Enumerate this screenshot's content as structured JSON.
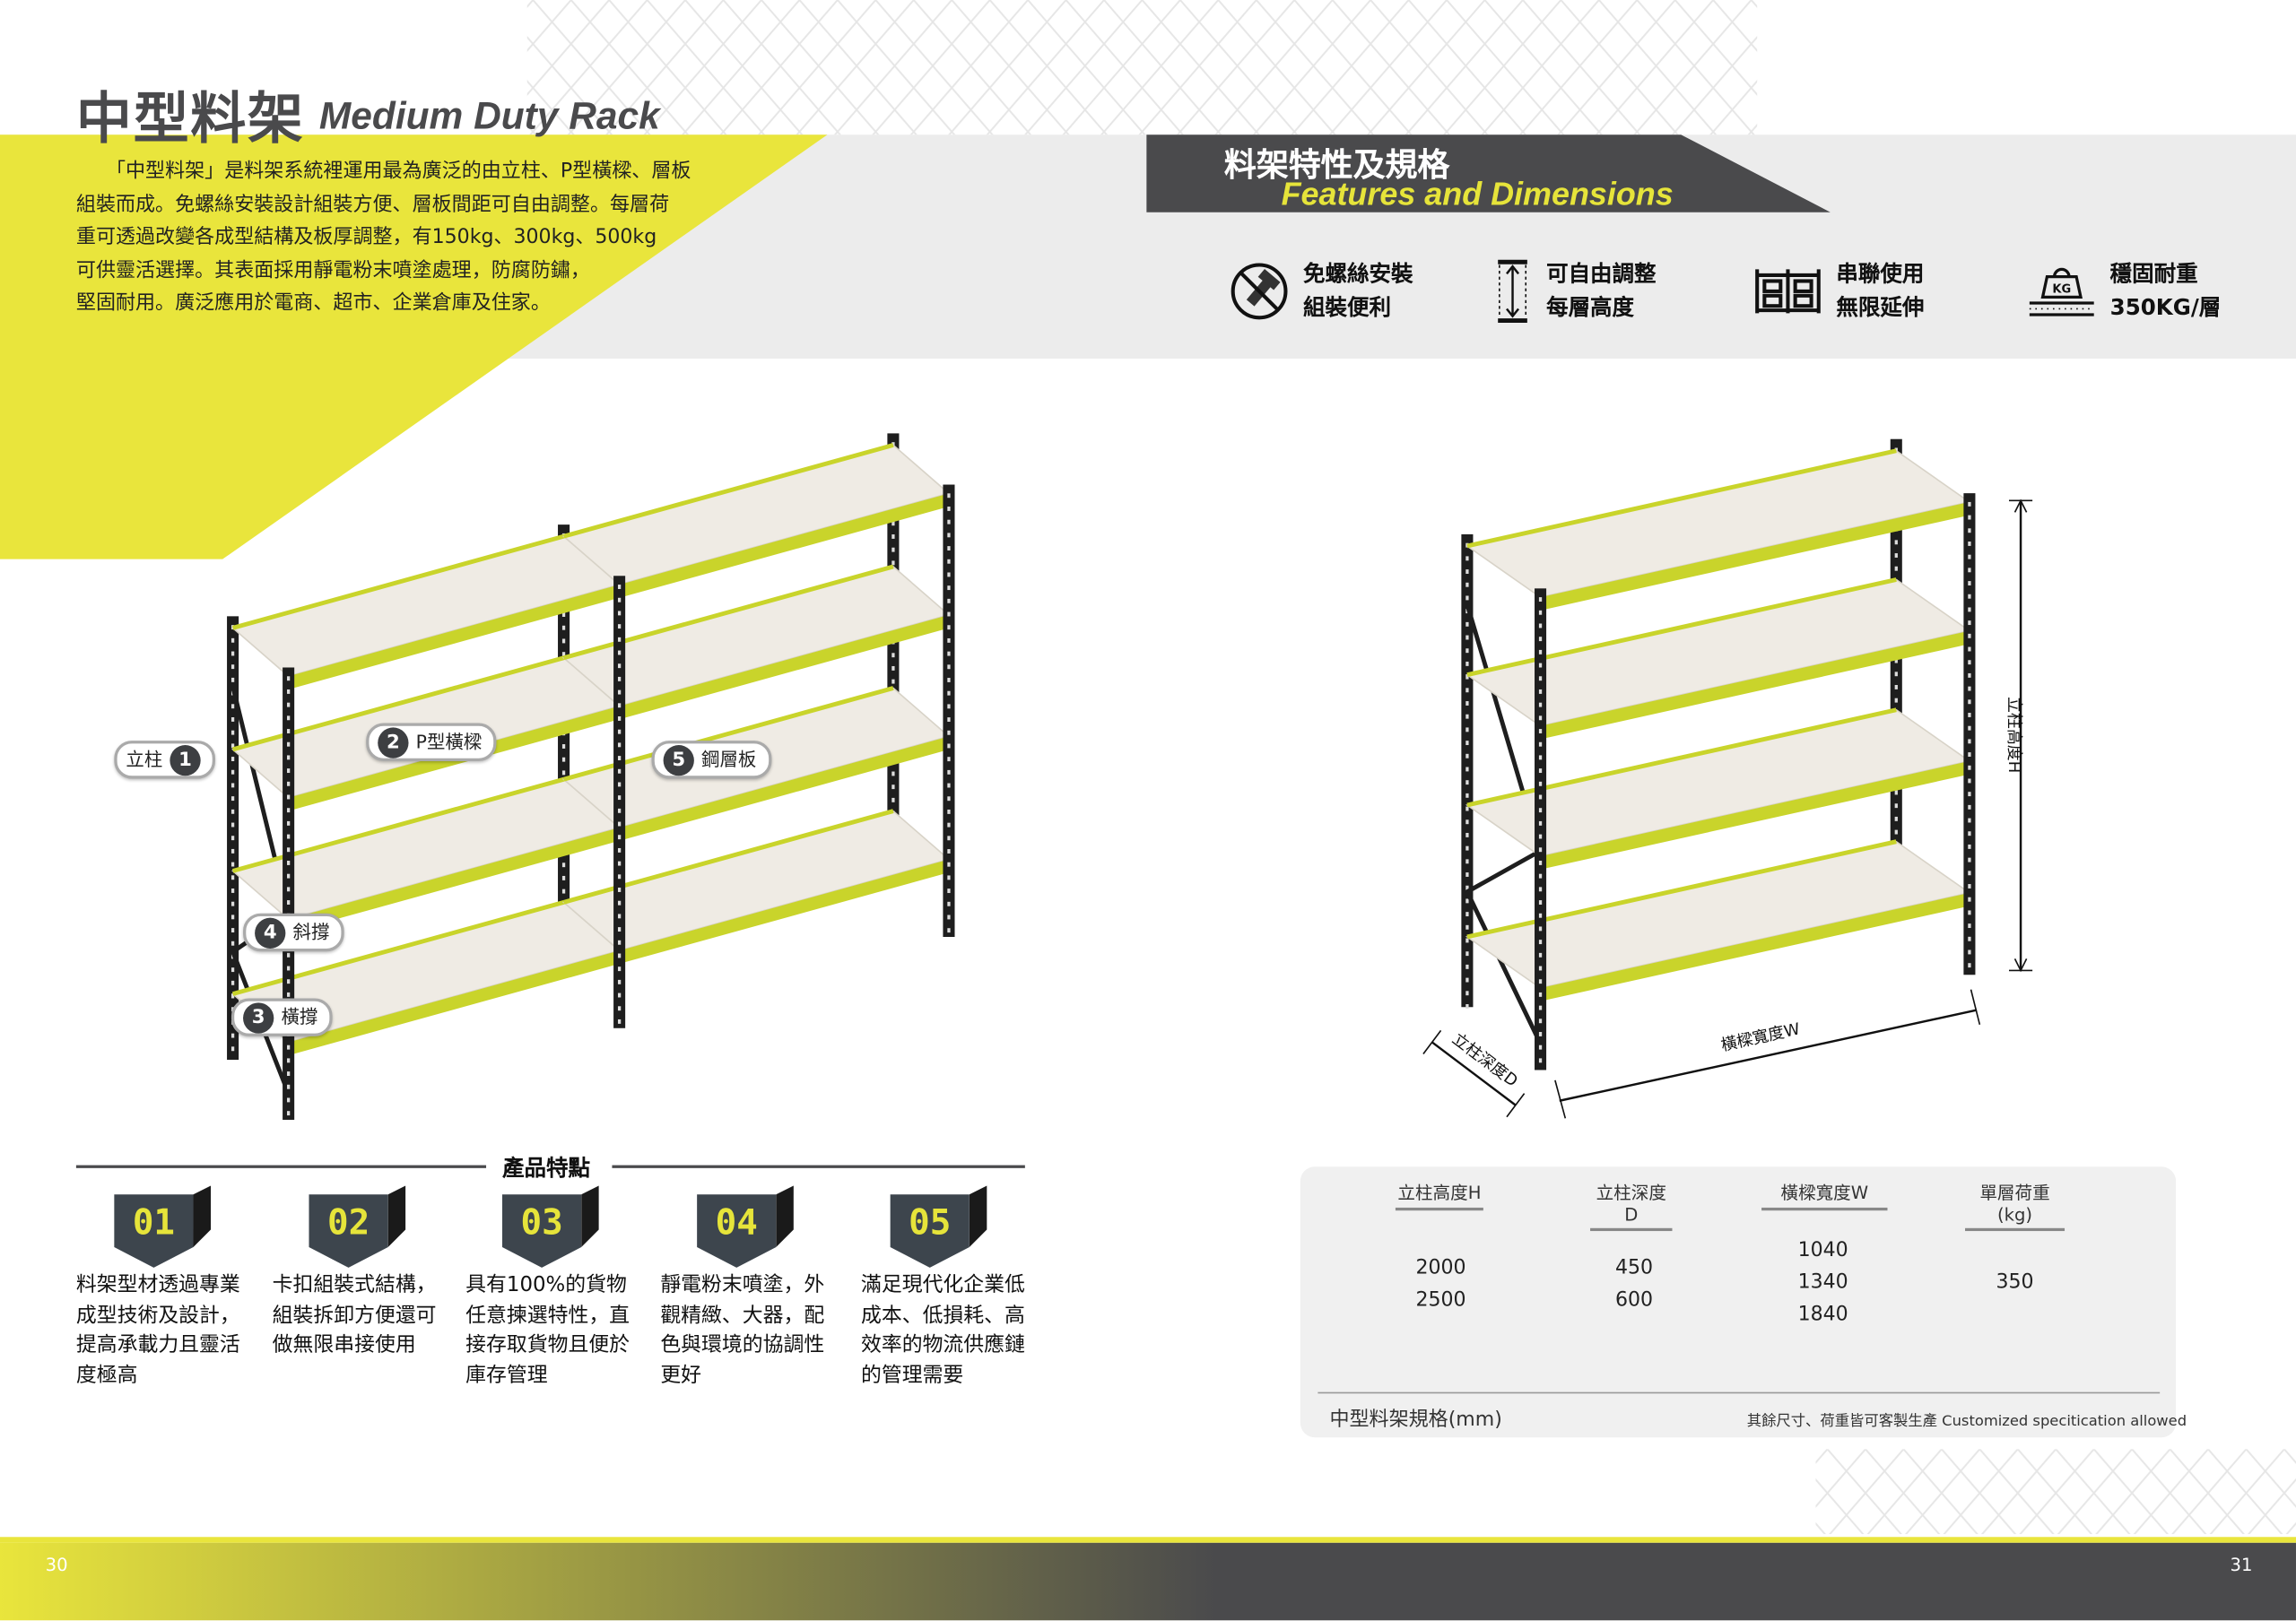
{
  "header": {
    "title_cn": "中型料架",
    "title_en": "Medium Duty Rack",
    "intro": [
      "　　「中型料架」是料架系統裡運用最為廣泛的由立柱、P型橫樑、層板",
      "組裝而成。免螺絲安裝設計組裝方便、層板間距可自由調整。每層荷",
      "重可透過改變各成型結構及板厚調整，有150kg、300kg、500kg",
      "可供靈活選擇。其表面採用靜電粉末噴塗處理，防腐防鏽，",
      "堅固耐用。廣泛應用於電商、超市、企業倉庫及住家。"
    ]
  },
  "banner": {
    "title_cn": "料架特性及規格",
    "title_en": "Features and Dimensions"
  },
  "features": [
    {
      "icon": "no-screw-icon",
      "line1": "免螺絲安裝",
      "line2": "組裝便利"
    },
    {
      "icon": "adjust-height-icon",
      "line1": "可自由調整",
      "line2": "每層高度"
    },
    {
      "icon": "connected-racks-icon",
      "line1": "串聯使用",
      "line2": "無限延伸"
    },
    {
      "icon": "weight-kg-icon",
      "line1": "穩固耐重",
      "line2": "350KG/層"
    }
  ],
  "callouts": [
    {
      "num": "1",
      "label": "立柱"
    },
    {
      "num": "2",
      "label": "P型橫樑"
    },
    {
      "num": "5",
      "label": "鋼層板"
    },
    {
      "num": "4",
      "label": "斜撐"
    },
    {
      "num": "3",
      "label": "橫撐"
    }
  ],
  "dimensions": {
    "height": "立柱高度H",
    "depth": "立柱深度D",
    "width": "橫樑寬度W"
  },
  "product_points": {
    "title": "產品特點",
    "items": [
      {
        "num": "01",
        "text": "料架型材透過專業成型技術及設計，提高承載力且靈活度極高"
      },
      {
        "num": "02",
        "text": "卡扣組裝式結構，組裝拆卸方便還可做無限串接使用"
      },
      {
        "num": "03",
        "text": "具有100%的貨物任意揀選特性，直接存取貨物且便於庫存管理"
      },
      {
        "num": "04",
        "text": "靜電粉末噴塗，外觀精緻、大器，配色與環境的協調性更好"
      },
      {
        "num": "05",
        "text": "滿足現代化企業低成本、低損耗、高效率的物流供應鏈的管理需要"
      }
    ]
  },
  "spec_table": {
    "headers": [
      "立柱高度H",
      "立柱深度D",
      "橫樑寬度W",
      "單層荷重(kg)"
    ],
    "height": [
      "2000",
      "2500"
    ],
    "depth": [
      "450",
      "600"
    ],
    "width": [
      "1040",
      "1340",
      "1840"
    ],
    "load": [
      "350"
    ],
    "caption": "中型料架規格(mm)",
    "note": "其餘尺寸、荷重皆可客製生產 Customized specitication allowed"
  },
  "footer": {
    "page_left": "30",
    "page_right": "31"
  },
  "colors": {
    "yellow": "#e9e53c",
    "dark": "#4a4a4c",
    "beam": "#c9d42b",
    "board": "#efebe4",
    "panel": "#f0f0f0"
  }
}
